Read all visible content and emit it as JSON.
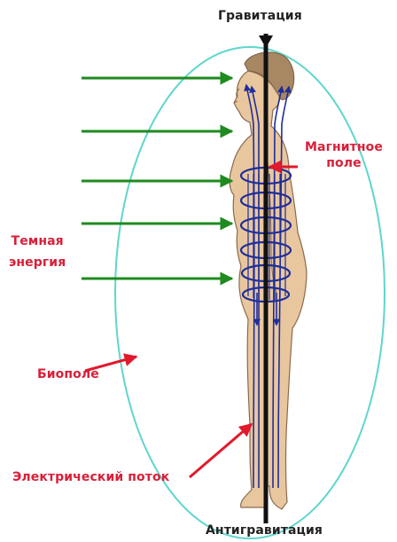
{
  "labels": {
    "gravity": "Гравитация",
    "antigravity": "Антигравитация",
    "magnetic_line1": "Магнитное",
    "magnetic_line2": "поле",
    "dark_energy_line1": "Темная",
    "dark_energy_line2": "энергия",
    "biofield": "Биополе",
    "electric_flow": "Электрический поток"
  },
  "colors": {
    "label_red": "#d8203a",
    "axis_black": "#111111",
    "aura_teal": "#5fd6cc",
    "dark_energy_green": "#1f8a1f",
    "magnetic_blue": "#1f2e9a",
    "pointer_red": "#e01a2c",
    "skin": "#e9c79e",
    "skin_outline": "#8a6a50",
    "hair": "#a88763"
  },
  "figure": {
    "type": "standing-human-silhouette",
    "dark_energy_arrows": 5,
    "magnetic_coil_turns": 6
  }
}
